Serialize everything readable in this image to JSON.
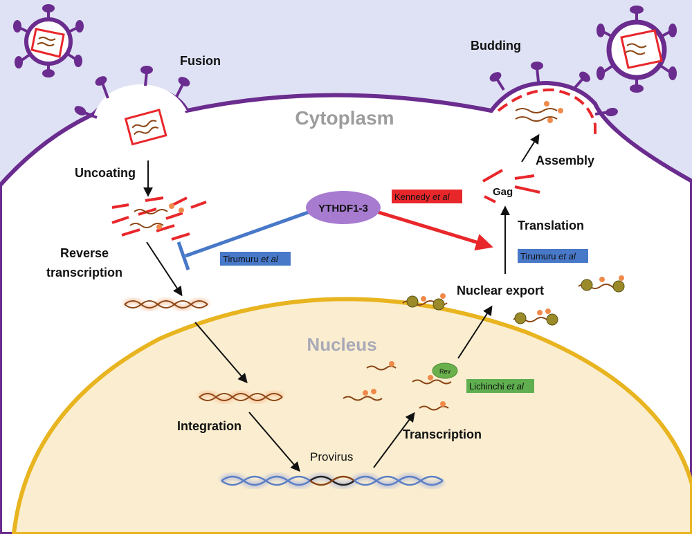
{
  "regions": {
    "cytoplasm": "Cytoplasm",
    "nucleus": "Nucleus"
  },
  "steps": {
    "fusion": "Fusion",
    "uncoating": "Uncoating",
    "reverse_transcription_line1": "Reverse",
    "reverse_transcription_line2": "transcription",
    "integration": "Integration",
    "provirus": "Provirus",
    "transcription": "Transcription",
    "nuclear_export": "Nuclear export",
    "translation": "Translation",
    "gag": "Gag",
    "assembly": "Assembly",
    "budding": "Budding"
  },
  "hub": {
    "label": "YTHDF1-3",
    "color": "#a77bd0"
  },
  "protein": {
    "rev": "Rev"
  },
  "references": {
    "kennedy": {
      "author": "Kennedy",
      "etal": "et al",
      "color": "#e8272b"
    },
    "tirumuru_left": {
      "author": "Tirumuru",
      "etal": "et al",
      "color": "#4878c8"
    },
    "tirumuru_right": {
      "author": "Tirumuru",
      "etal": "et al",
      "color": "#4878c8"
    },
    "lichinchi": {
      "author": "Lichinchi",
      "etal": "et al",
      "color": "#5fae4f"
    }
  },
  "colors": {
    "membrane": "#6a2c8e",
    "extracellular": "#dfe2f4",
    "cytoplasm": "#ffffff",
    "nucleus_fill": "#fbeed0",
    "nucleus_border": "#e8b420",
    "capsid": "#e8272b",
    "rna": "#8b4513",
    "methyl_mark": "#f08a4b",
    "dna_blue": "#5b7fc4",
    "inhibit_arrow": "#4878c8",
    "promote_arrow": "#e8272b",
    "ribosome": "#9a8a2a"
  }
}
